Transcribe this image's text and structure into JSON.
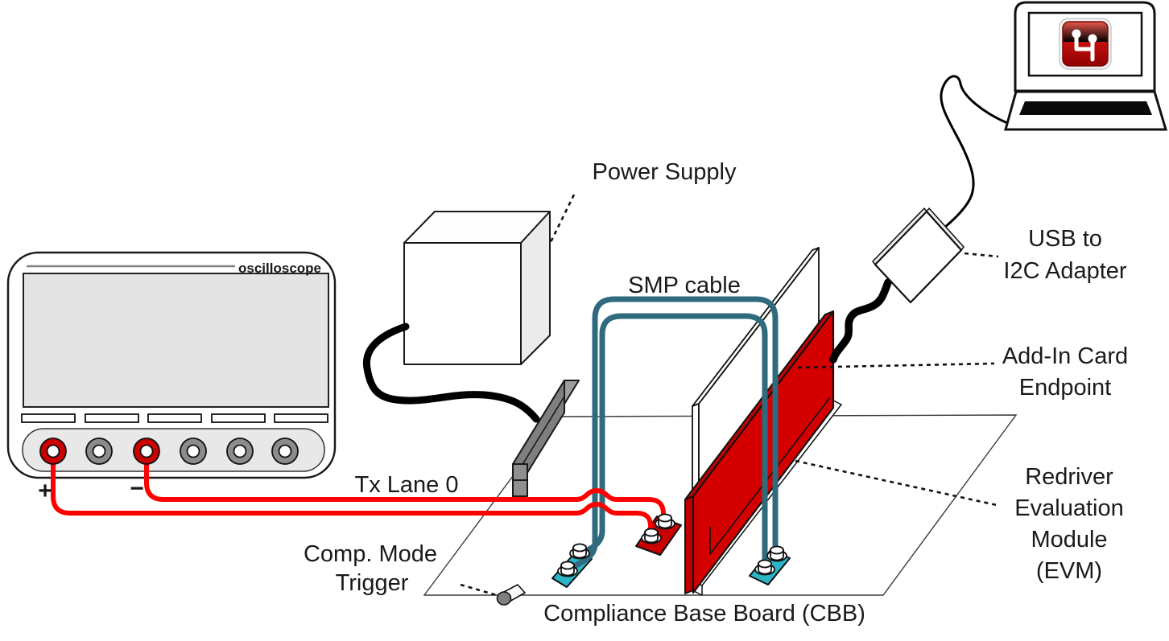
{
  "diagram": {
    "labels": {
      "oscilloscope": "oscilloscope",
      "power_supply": "Power Supply",
      "smp_cable": "SMP cable",
      "usb_i2c_line1": "USB to",
      "usb_i2c_line2": "I2C Adapter",
      "addin_line1": "Add-In Card",
      "addin_line2": "Endpoint",
      "redriver_line1": "Redriver",
      "redriver_line2": "Evaluation",
      "redriver_line3": "Module",
      "redriver_line4": "(EVM)",
      "tx_lane": "Tx Lane 0",
      "comp_mode_line1": "Comp. Mode",
      "comp_mode_line2": "Trigger",
      "cbb": "Compliance Base Board (CBB)",
      "plus": "+",
      "minus": "−"
    },
    "colors": {
      "wire_red": "#FF0000",
      "card_red": "#D40000",
      "card_red_dark": "#BE0000",
      "pad_red": "#C80000",
      "smp_teal": "#2F6B7D",
      "pad_cyan": "#2BB4C6",
      "connector_gray": "#7F7F7F",
      "connector_gray_top": "#9E9E9E",
      "cap_gray": "#8F8F8F",
      "screen_gray": "#E4E4E4",
      "panel_gray": "#E8E8E8",
      "cube_side_gray": "#EBEBEB",
      "polarity_red": "#8B0000",
      "knob_gray": "#8C8C8C",
      "knob_red": "#CC0000"
    }
  }
}
